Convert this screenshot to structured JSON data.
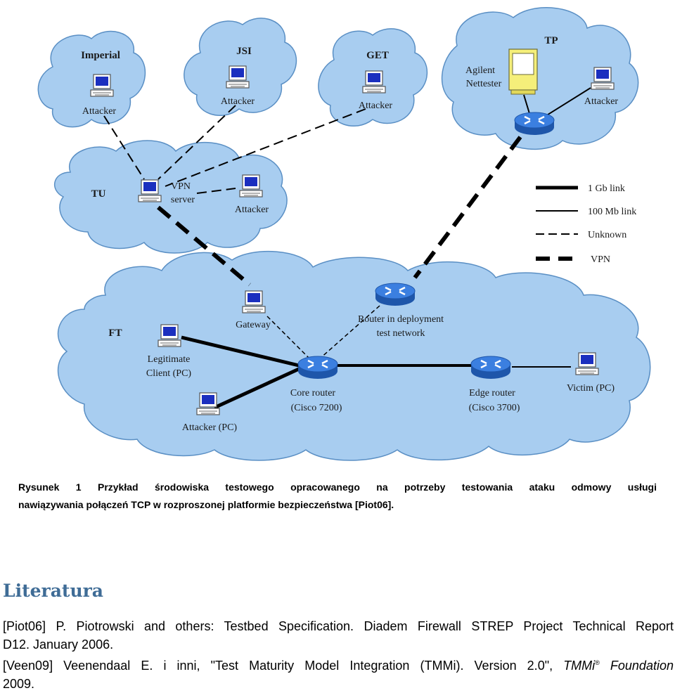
{
  "figure": {
    "clouds": {
      "imperial": "Imperial",
      "jsi": "JSI",
      "get": "GET",
      "tp": "TP",
      "tu": "TU",
      "ft": "FT"
    },
    "nodes": {
      "imperial_attacker": "Attacker",
      "jsi_attacker": "Attacker",
      "get_attacker": "Attacker",
      "tp_agilent_line1": "Agilent",
      "tp_agilent_line2": "Nettester",
      "tp_attacker": "Attacker",
      "tu_vpn_line1": "VPN",
      "tu_vpn_line2": "server",
      "tu_attacker": "Attacker",
      "gateway": "Gateway",
      "router_deploy_line1": "Router in deployment",
      "router_deploy_line2": "test network",
      "legit_client_line1": "Legitimate",
      "legit_client_line2": "Client (PC)",
      "core_router_line1": "Core router",
      "core_router_line2": "(Cisco 7200)",
      "edge_router_line1": "Edge router",
      "edge_router_line2": "(Cisco 3700)",
      "victim": "Victim (PC)",
      "ft_attacker": "Attacker (PC)"
    },
    "legend": {
      "gb_link": "1 Gb link",
      "mb_link": "100 Mb link",
      "unknown": "Unknown",
      "vpn": "VPN"
    },
    "colors": {
      "cloud_fill": "#a8cdf0",
      "cloud_stroke": "#5a8fc4",
      "router_fill": "#2f6fd0",
      "screen": "#1b2fbf"
    }
  },
  "caption": {
    "line1": "Rysunek 1 Przykład środowiska testowego opracowanego na potrzeby testowania ataku odmowy usługi",
    "line2": "nawiązywania połączeń TCP w rozproszonej platformie bezpieczeństwa [Piot06]."
  },
  "section": {
    "heading": "Literatura"
  },
  "references": [
    {
      "line1": "[Piot06] P. Piotrowski and others: Testbed Specification. Diadem Firewall STREP Project Technical Report",
      "line2": "D12. January 2006."
    },
    {
      "line1_a": "[Veen09] Veenendaal E. i inni, \"Test Maturity Model Integration (TMMi). Version 2.0\",",
      "line1_b": "TMMi",
      "line1_sup": "®",
      "line1_c": "Foundation",
      "line2": "2009."
    }
  ]
}
